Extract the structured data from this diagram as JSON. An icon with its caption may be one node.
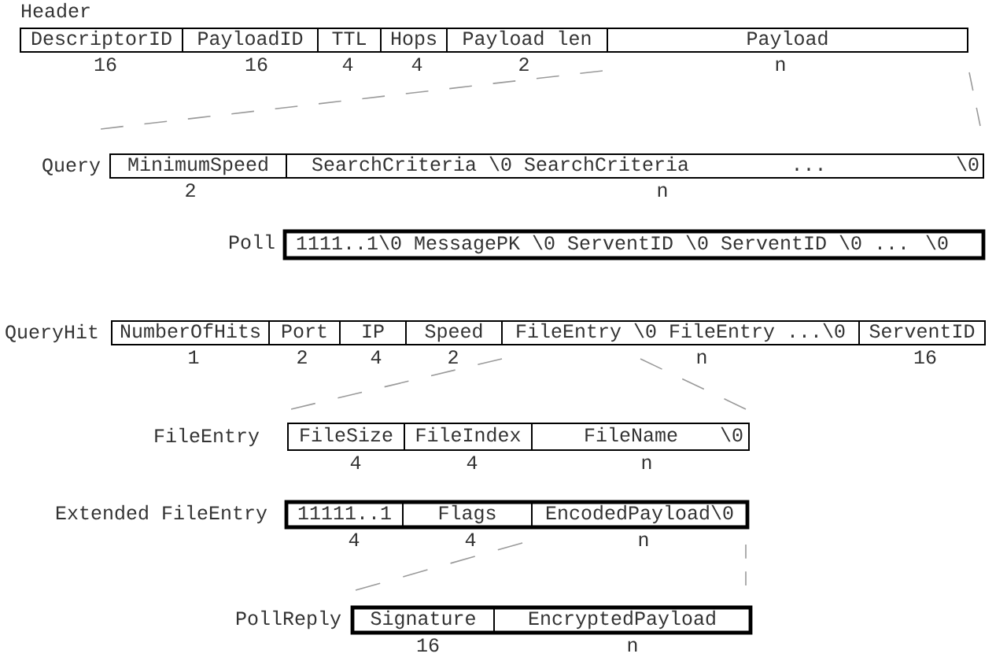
{
  "diagram": {
    "nodes": [
      {
        "text": [
          "Header"
        ]
      },
      {
        "text": [
          "DescriptorID"
        ],
        "in": 0,
        "beside": [
          "16"
        ]
      },
      {
        "text": [
          "PayloadID"
        ],
        "in": 0,
        "beside": [
          "16"
        ]
      },
      {
        "text": [
          "TTL"
        ],
        "in": 0,
        "beside": [
          "4"
        ]
      },
      {
        "text": [
          "Hops"
        ],
        "in": 0,
        "beside": [
          "4"
        ]
      },
      {
        "text": [
          "Payload len"
        ],
        "in": 0,
        "beside": [
          "2"
        ]
      },
      {
        "text": [
          "Payload"
        ],
        "in": 0,
        "beside": [
          "n"
        ]
      },
      {
        "text": [
          "Query"
        ]
      },
      {
        "text": [
          "MinimumSpeed"
        ],
        "in": 7,
        "beside": [
          "2"
        ]
      },
      {
        "text": [
          "SearchCriteria \\0 SearchCriteria",
          "...",
          "\\0"
        ],
        "in": 7,
        "beside": [
          "n"
        ]
      },
      {
        "text": [
          "Poll",
          "1111..1\\0 MessagePK \\0 ServentID \\0 ServentID \\0 ... \\0"
        ]
      },
      {
        "text": [
          "QueryHit"
        ]
      },
      {
        "text": [
          "NumberOfHits"
        ],
        "in": 11,
        "beside": [
          "1"
        ]
      },
      {
        "text": [
          "Port"
        ],
        "in": 11,
        "beside": [
          "2"
        ]
      },
      {
        "text": [
          "IP"
        ],
        "in": 11,
        "beside": [
          "4"
        ]
      },
      {
        "text": [
          "Speed"
        ],
        "in": 11,
        "beside": [
          "2"
        ]
      },
      {
        "text": [
          "FileEntry \\0 FileEntry ...\\0"
        ],
        "in": 11,
        "beside": [
          "n"
        ]
      },
      {
        "text": [
          "ServentID"
        ],
        "in": 11,
        "beside": [
          "16"
        ]
      },
      {
        "text": [
          "FileEntry"
        ]
      },
      {
        "text": [
          "FileSize"
        ],
        "in": 18,
        "beside": [
          "4"
        ]
      },
      {
        "text": [
          "FileIndex"
        ],
        "in": 18,
        "beside": [
          "4"
        ]
      },
      {
        "text": [
          "FileName",
          "\\0"
        ],
        "in": 18,
        "beside": [
          "n"
        ]
      },
      {
        "text": [
          "Extended FileEntry"
        ]
      },
      {
        "text": [
          "11111..1"
        ],
        "in": 22,
        "beside": [
          "4"
        ]
      },
      {
        "text": [
          "Flags"
        ],
        "in": 22,
        "beside": [
          "4"
        ]
      },
      {
        "text": [
          "EncodedPayload\\0"
        ],
        "in": 22,
        "beside": [
          "n"
        ]
      },
      {
        "text": [
          "PollReply"
        ]
      },
      {
        "text": [
          "Signature"
        ],
        "in": 26,
        "beside": [
          "16"
        ]
      },
      {
        "text": [
          "EncryptedPayload"
        ],
        "in": 26,
        "beside": [
          "n"
        ]
      }
    ],
    "edges": [
      {
        "from": 6,
        "to": 7,
        "arrow": "none",
        "style": "dashed"
      },
      {
        "from": 6,
        "to": 7,
        "arrow": "none",
        "style": "dashed"
      },
      {
        "from": 16,
        "to": 18,
        "arrow": "none",
        "style": "dashed"
      },
      {
        "from": 16,
        "to": 18,
        "arrow": "none",
        "style": "dashed"
      },
      {
        "from": 25,
        "to": 26,
        "arrow": "none",
        "style": "dashed"
      },
      {
        "from": 25,
        "to": 26,
        "arrow": "none",
        "style": "dashed"
      }
    ]
  }
}
